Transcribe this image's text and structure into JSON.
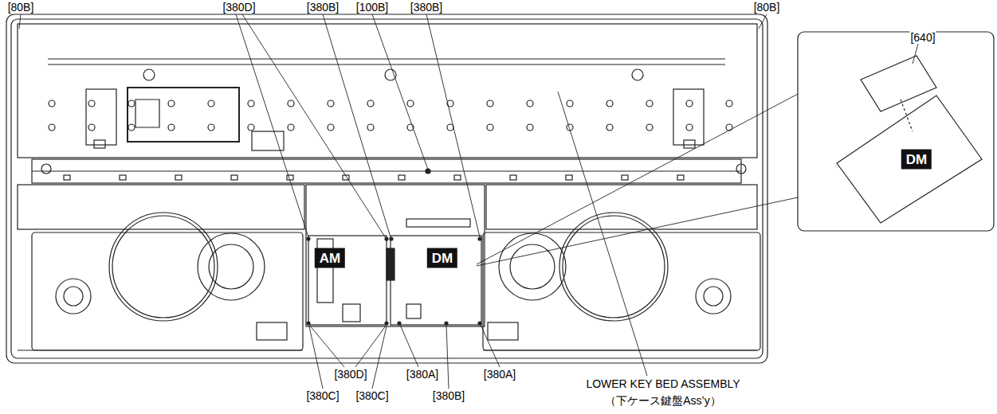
{
  "diagram": {
    "labels": [
      "[80B]",
      "[380D]",
      "[380B]",
      "[100B]",
      "[380B]",
      "[80B]",
      "[640]",
      "DM",
      "AM",
      "DM",
      "[380D]",
      "[380C]",
      "[380C]",
      "[380A]",
      "[380B]",
      "[380A]",
      "LOWER KEY BED ASSEMBLY",
      "（下ケース鍵盤Ass’y）"
    ]
  }
}
